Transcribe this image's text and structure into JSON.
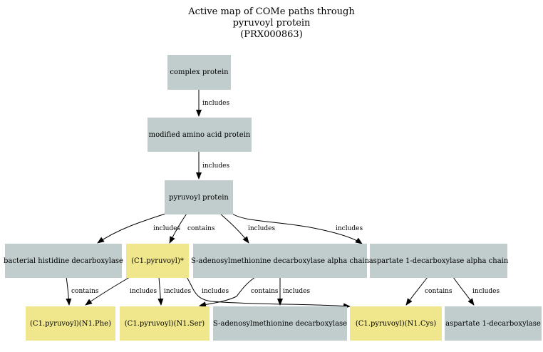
{
  "title": {
    "line1": "Active map of COMe paths through",
    "line2": "pyruvoyl protein",
    "line3": "(PRX000863)"
  },
  "colors": {
    "class_node": "#c1cccc",
    "instance_node": "#f0e68c",
    "edge": "#000000"
  },
  "nodes": {
    "complex_protein": "complex protein",
    "modified_amino_acid_protein": "modified amino acid protein",
    "pyruvoyl_protein": "pyruvoyl protein",
    "bacterial_histidine_decarboxylase": "bacterial histidine decarboxylase",
    "c1_pyruvoyl_star": "(C1.pyruvoyl)*",
    "sam_decarboxylase_alpha_chain": "S-adenosylmethionine decarboxylase alpha chain",
    "aspartate_decarboxylase_alpha_chain": "aspartate 1-decarboxylase alpha chain",
    "c1_pyruvoyl_n1_phe": "(C1.pyruvoyl)(N1.Phe)",
    "c1_pyruvoyl_n1_ser": "(C1.pyruvoyl)(N1.Ser)",
    "sam_decarboxylase": "S-adenosylmethionine decarboxylase",
    "c1_pyruvoyl_n1_cys": "(C1.pyruvoyl)(N1.Cys)",
    "aspartate_decarboxylase": "aspartate 1-decarboxylase"
  },
  "edges": [
    {
      "from": "complex protein",
      "to": "modified amino acid protein",
      "label": "includes"
    },
    {
      "from": "modified amino acid protein",
      "to": "pyruvoyl protein",
      "label": "includes"
    },
    {
      "from": "pyruvoyl protein",
      "to": "bacterial histidine decarboxylase",
      "label": "includes"
    },
    {
      "from": "pyruvoyl protein",
      "to": "(C1.pyruvoyl)*",
      "label": "contains"
    },
    {
      "from": "pyruvoyl protein",
      "to": "S-adenosylmethionine decarboxylase alpha chain",
      "label": "includes"
    },
    {
      "from": "pyruvoyl protein",
      "to": "aspartate 1-decarboxylase alpha chain",
      "label": "includes"
    },
    {
      "from": "bacterial histidine decarboxylase",
      "to": "(C1.pyruvoyl)(N1.Phe)",
      "label": "contains"
    },
    {
      "from": "(C1.pyruvoyl)*",
      "to": "(C1.pyruvoyl)(N1.Phe)",
      "label": "includes"
    },
    {
      "from": "(C1.pyruvoyl)*",
      "to": "(C1.pyruvoyl)(N1.Ser)",
      "label": "includes"
    },
    {
      "from": "(C1.pyruvoyl)*",
      "to": "(C1.pyruvoyl)(N1.Cys)",
      "label": "includes"
    },
    {
      "from": "S-adenosylmethionine decarboxylase alpha chain",
      "to": "(C1.pyruvoyl)(N1.Ser)",
      "label": "contains"
    },
    {
      "from": "S-adenosylmethionine decarboxylase alpha chain",
      "to": "S-adenosylmethionine decarboxylase",
      "label": "includes"
    },
    {
      "from": "aspartate 1-decarboxylase alpha chain",
      "to": "(C1.pyruvoyl)(N1.Cys)",
      "label": "contains"
    },
    {
      "from": "aspartate 1-decarboxylase alpha chain",
      "to": "aspartate 1-decarboxylase",
      "label": "includes"
    }
  ]
}
